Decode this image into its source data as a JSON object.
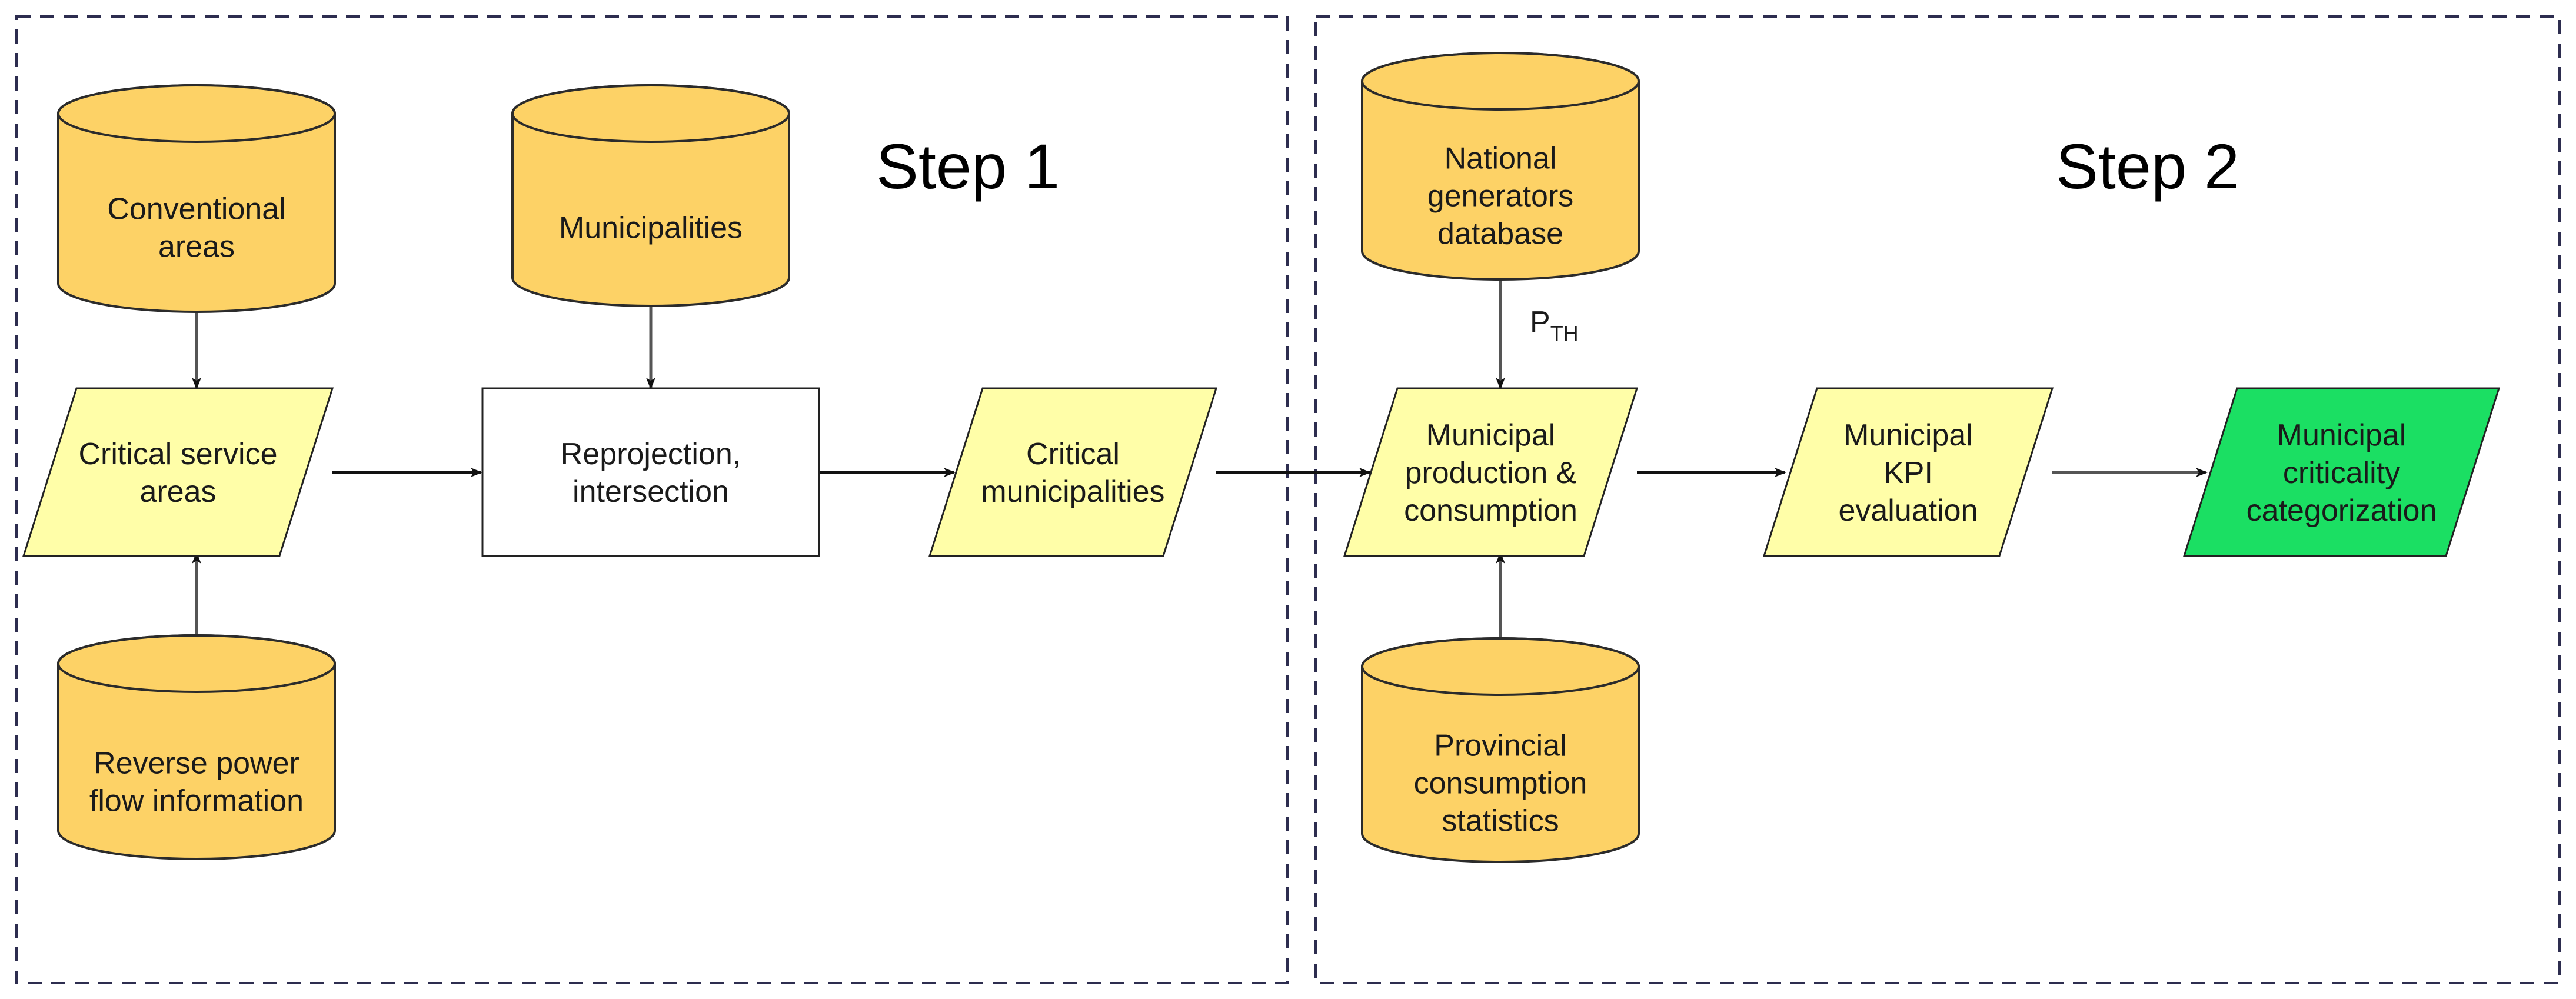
{
  "steps": [
    {
      "title": "Step 1"
    },
    {
      "title": "Step 2"
    }
  ],
  "nodes": {
    "conventional_areas": {
      "lines": [
        "Conventional",
        "areas"
      ]
    },
    "municipalities": {
      "lines": [
        "Municipalities"
      ]
    },
    "reverse_power_flow": {
      "lines": [
        "Reverse power",
        "flow information"
      ]
    },
    "critical_service_areas": {
      "lines": [
        "Critical service",
        "areas"
      ]
    },
    "reprojection_intersection": {
      "lines": [
        "Reprojection,",
        "intersection"
      ]
    },
    "critical_municipalities": {
      "lines": [
        "Critical",
        "municipalities"
      ]
    },
    "national_generators_db": {
      "lines": [
        "National",
        "generators",
        "database"
      ]
    },
    "provincial_consumption": {
      "lines": [
        "Provincial",
        "consumption",
        "statistics"
      ]
    },
    "municipal_production": {
      "lines": [
        "Municipal",
        "production &",
        "consumption"
      ]
    },
    "municipal_kpi": {
      "lines": [
        "Municipal",
        "KPI",
        "evaluation"
      ]
    },
    "municipal_criticality": {
      "lines": [
        "Municipal",
        "criticality",
        "categorization"
      ]
    }
  },
  "edge_labels": {
    "threshold": {
      "main": "P",
      "sub": "TH"
    }
  },
  "colors": {
    "database_fill": "#fdd266",
    "database_stroke": "#2b2b2b",
    "data_fill": "#fffea8",
    "result_fill": "#1bdf63",
    "process_fill": "#ffffff",
    "arrow": "#555555",
    "frame": "#2d2d4f"
  }
}
